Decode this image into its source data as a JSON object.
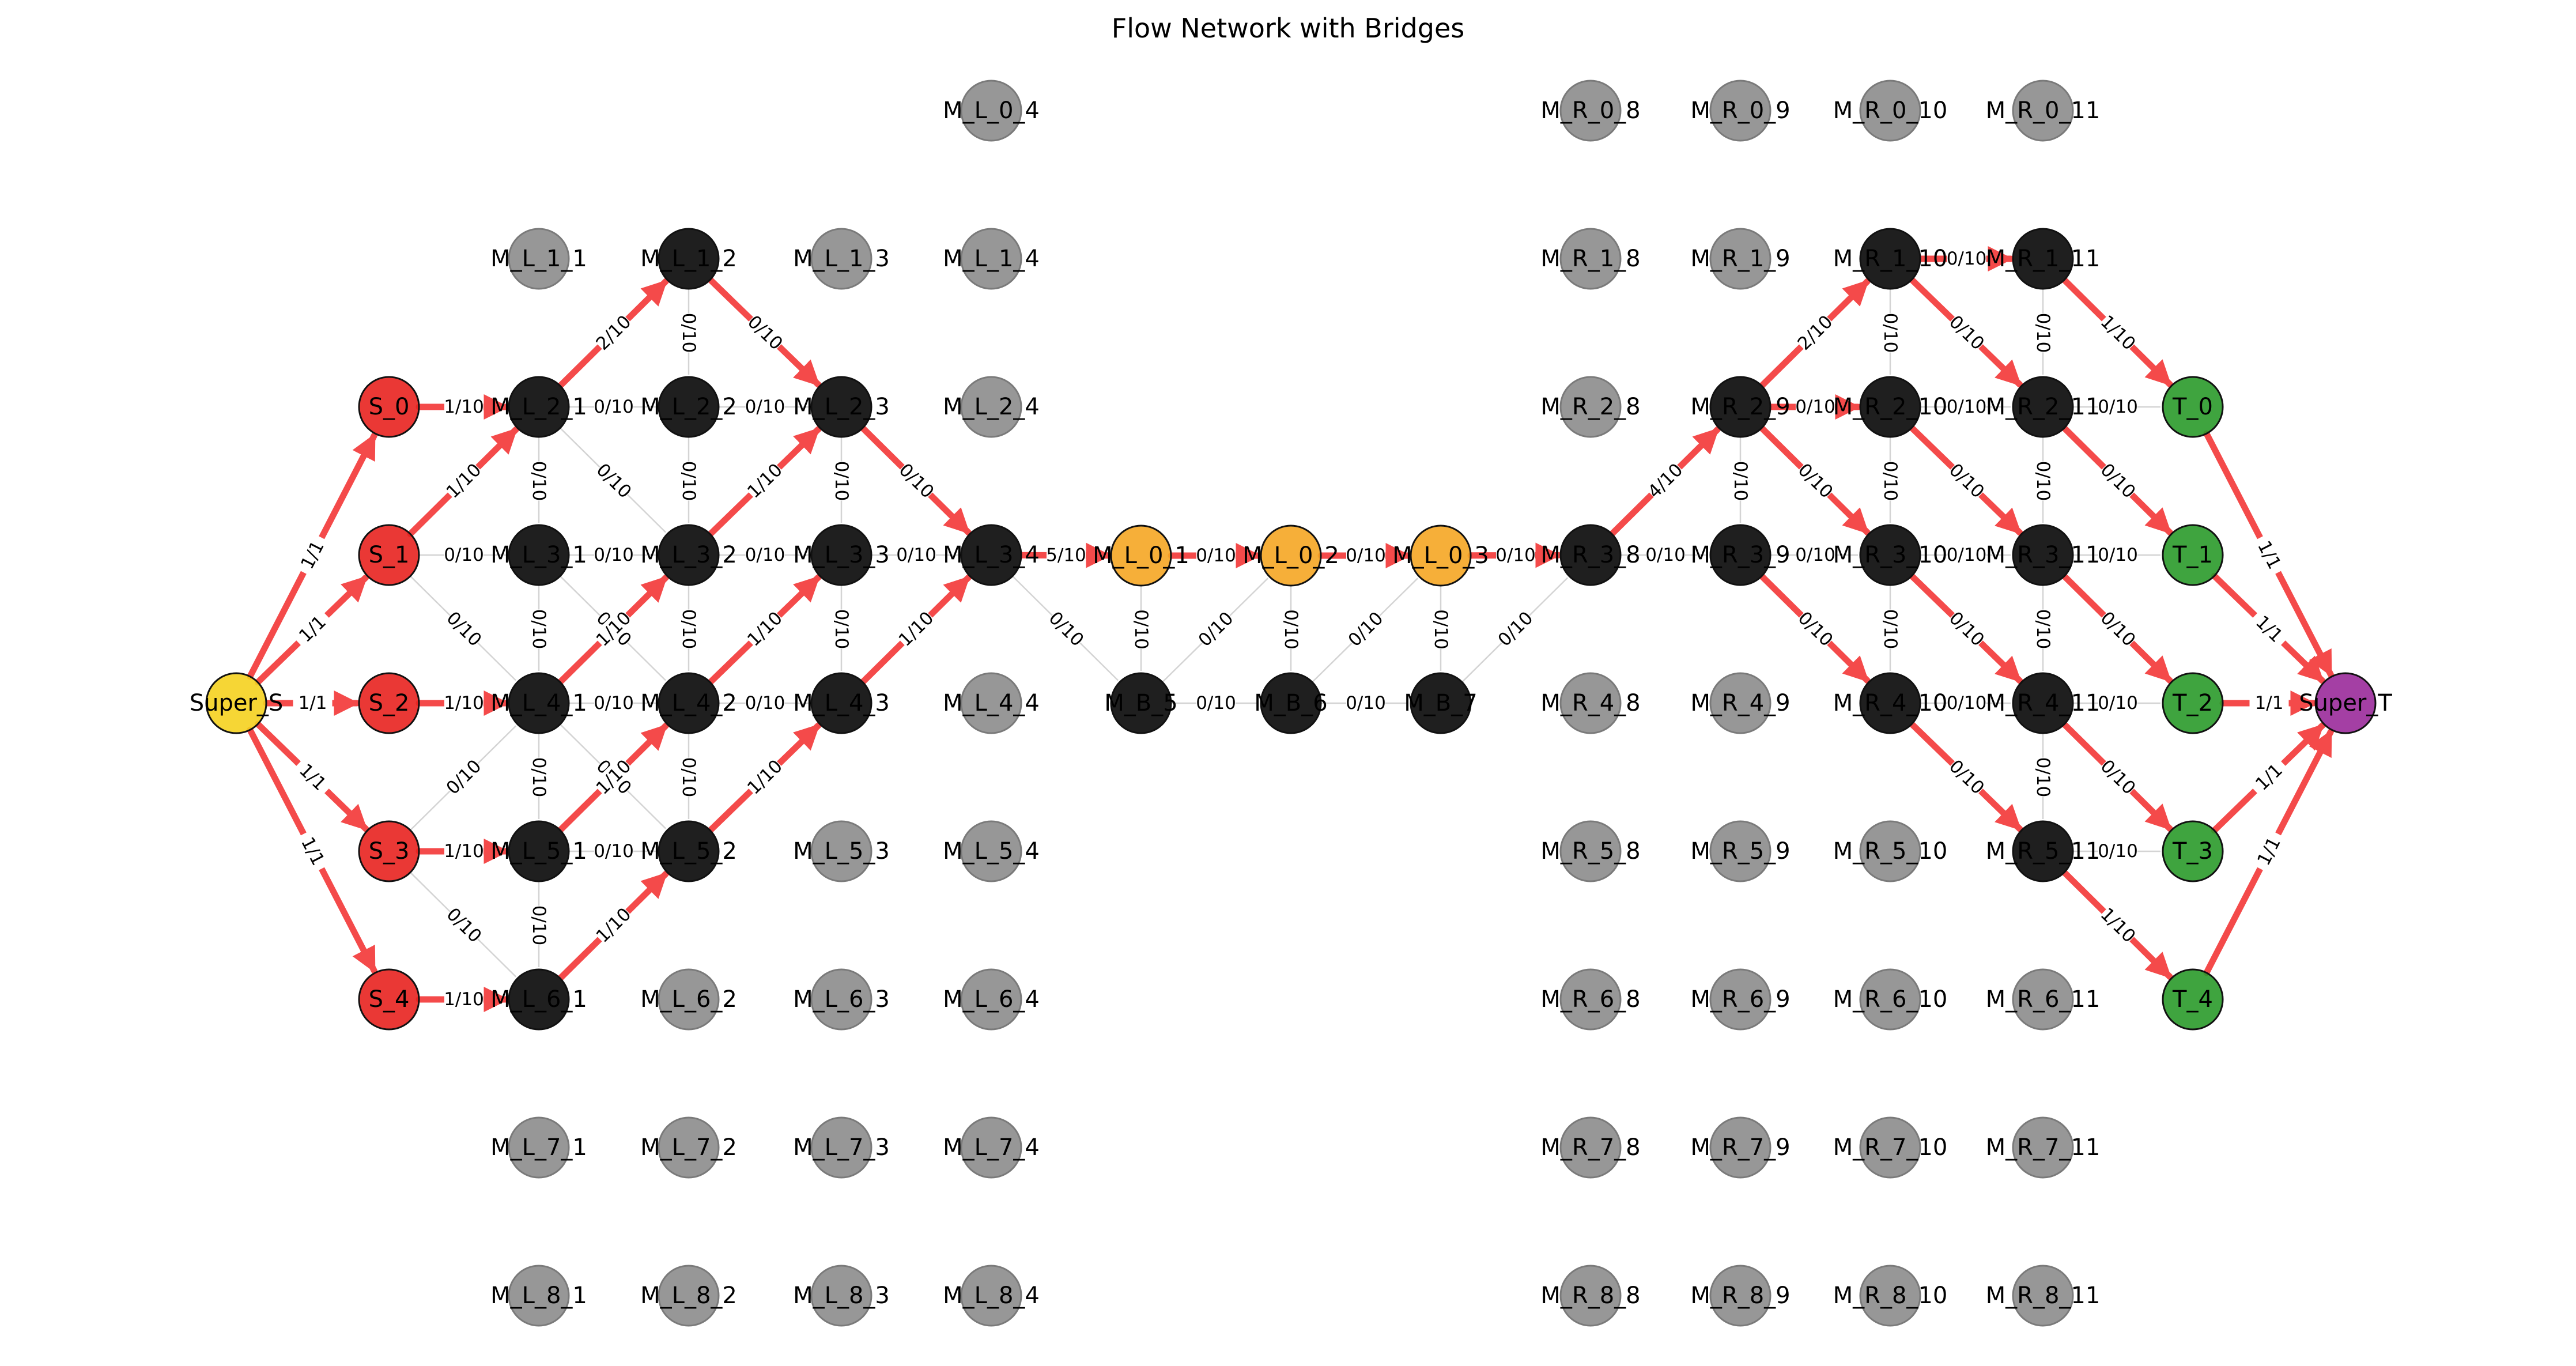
{
  "title": "Flow Network with Bridges",
  "colors": {
    "source": "#e8221f",
    "sink": "#2a9a2a",
    "super_source": "#f5d21f",
    "super_sink": "#9a2a9a",
    "bridge": "#f5a623",
    "active": "#1f1f1f",
    "inactive": "#8c8c8c",
    "flow_edge": "#f44a4a",
    "grid_edge": "#d4d4d4"
  },
  "nodes": [
    {
      "id": "Super_S",
      "label": "Super_S",
      "type": "super_source"
    },
    {
      "id": "Super_T",
      "label": "Super_T",
      "type": "super_sink"
    },
    {
      "id": "S_0",
      "label": "S_0",
      "type": "source"
    },
    {
      "id": "S_1",
      "label": "S_1",
      "type": "source"
    },
    {
      "id": "S_2",
      "label": "S_2",
      "type": "source"
    },
    {
      "id": "S_3",
      "label": "S_3",
      "type": "source"
    },
    {
      "id": "S_4",
      "label": "S_4",
      "type": "source"
    },
    {
      "id": "T_0",
      "label": "T_0",
      "type": "sink"
    },
    {
      "id": "T_1",
      "label": "T_1",
      "type": "sink"
    },
    {
      "id": "T_2",
      "label": "T_2",
      "type": "sink"
    },
    {
      "id": "T_3",
      "label": "T_3",
      "type": "sink"
    },
    {
      "id": "T_4",
      "label": "T_4",
      "type": "sink"
    },
    {
      "id": "M_L_0_4",
      "label": "M_L_0_4",
      "type": "inactive"
    },
    {
      "id": "M_L_1_1",
      "label": "M_L_1_1",
      "type": "inactive"
    },
    {
      "id": "M_L_1_2",
      "label": "M_L_1_2",
      "type": "active"
    },
    {
      "id": "M_L_1_3",
      "label": "M_L_1_3",
      "type": "inactive"
    },
    {
      "id": "M_L_1_4",
      "label": "M_L_1_4",
      "type": "inactive"
    },
    {
      "id": "M_L_2_1",
      "label": "M_L_2_1",
      "type": "active"
    },
    {
      "id": "M_L_2_2",
      "label": "M_L_2_2",
      "type": "active"
    },
    {
      "id": "M_L_2_3",
      "label": "M_L_2_3",
      "type": "active"
    },
    {
      "id": "M_L_2_4",
      "label": "M_L_2_4",
      "type": "inactive"
    },
    {
      "id": "M_L_3_1",
      "label": "M_L_3_1",
      "type": "active"
    },
    {
      "id": "M_L_3_2",
      "label": "M_L_3_2",
      "type": "active"
    },
    {
      "id": "M_L_3_3",
      "label": "M_L_3_3",
      "type": "active"
    },
    {
      "id": "M_L_3_4",
      "label": "M_L_3_4",
      "type": "active"
    },
    {
      "id": "M_L_4_1",
      "label": "M_L_4_1",
      "type": "active"
    },
    {
      "id": "M_L_4_2",
      "label": "M_L_4_2",
      "type": "active"
    },
    {
      "id": "M_L_4_3",
      "label": "M_L_4_3",
      "type": "active"
    },
    {
      "id": "M_L_4_4",
      "label": "M_L_4_4",
      "type": "inactive"
    },
    {
      "id": "M_L_5_1",
      "label": "M_L_5_1",
      "type": "active"
    },
    {
      "id": "M_L_5_2",
      "label": "M_L_5_2",
      "type": "active"
    },
    {
      "id": "M_L_5_3",
      "label": "M_L_5_3",
      "type": "inactive"
    },
    {
      "id": "M_L_5_4",
      "label": "M_L_5_4",
      "type": "inactive"
    },
    {
      "id": "M_L_6_1",
      "label": "M_L_6_1",
      "type": "active"
    },
    {
      "id": "M_L_6_2",
      "label": "M_L_6_2",
      "type": "inactive"
    },
    {
      "id": "M_L_6_3",
      "label": "M_L_6_3",
      "type": "inactive"
    },
    {
      "id": "M_L_6_4",
      "label": "M_L_6_4",
      "type": "inactive"
    },
    {
      "id": "M_L_7_1",
      "label": "M_L_7_1",
      "type": "inactive"
    },
    {
      "id": "M_L_7_2",
      "label": "M_L_7_2",
      "type": "inactive"
    },
    {
      "id": "M_L_7_3",
      "label": "M_L_7_3",
      "type": "inactive"
    },
    {
      "id": "M_L_7_4",
      "label": "M_L_7_4",
      "type": "inactive"
    },
    {
      "id": "M_L_8_1",
      "label": "M_L_8_1",
      "type": "inactive"
    },
    {
      "id": "M_L_8_2",
      "label": "M_L_8_2",
      "type": "inactive"
    },
    {
      "id": "M_L_8_3",
      "label": "M_L_8_3",
      "type": "inactive"
    },
    {
      "id": "M_L_8_4",
      "label": "M_L_8_4",
      "type": "inactive"
    },
    {
      "id": "M_L_0_1",
      "label": "M_L_0_1",
      "type": "bridge"
    },
    {
      "id": "M_L_0_2",
      "label": "M_L_0_2",
      "type": "bridge"
    },
    {
      "id": "M_L_0_3",
      "label": "M_L_0_3",
      "type": "bridge"
    },
    {
      "id": "M_B_5",
      "label": "M_B_5",
      "type": "active"
    },
    {
      "id": "M_B_6",
      "label": "M_B_6",
      "type": "active"
    },
    {
      "id": "M_B_7",
      "label": "M_B_7",
      "type": "active"
    },
    {
      "id": "M_R_0_8",
      "label": "M_R_0_8",
      "type": "inactive"
    },
    {
      "id": "M_R_0_9",
      "label": "M_R_0_9",
      "type": "inactive"
    },
    {
      "id": "M_R_0_10",
      "label": "M_R_0_10",
      "type": "inactive"
    },
    {
      "id": "M_R_0_11",
      "label": "M_R_0_11",
      "type": "inactive"
    },
    {
      "id": "M_R_1_8",
      "label": "M_R_1_8",
      "type": "inactive"
    },
    {
      "id": "M_R_1_9",
      "label": "M_R_1_9",
      "type": "inactive"
    },
    {
      "id": "M_R_1_10",
      "label": "M_R_1_10",
      "type": "active"
    },
    {
      "id": "M_R_1_11",
      "label": "M_R_1_11",
      "type": "active"
    },
    {
      "id": "M_R_2_8",
      "label": "M_R_2_8",
      "type": "inactive"
    },
    {
      "id": "M_R_2_9",
      "label": "M_R_2_9",
      "type": "active"
    },
    {
      "id": "M_R_2_10",
      "label": "M_R_2_10",
      "type": "active"
    },
    {
      "id": "M_R_2_11",
      "label": "M_R_2_11",
      "type": "active"
    },
    {
      "id": "M_R_3_8",
      "label": "M_R_3_8",
      "type": "active"
    },
    {
      "id": "M_R_3_9",
      "label": "M_R_3_9",
      "type": "active"
    },
    {
      "id": "M_R_3_10",
      "label": "M_R_3_10",
      "type": "active"
    },
    {
      "id": "M_R_3_11",
      "label": "M_R_3_11",
      "type": "active"
    },
    {
      "id": "M_R_4_8",
      "label": "M_R_4_8",
      "type": "inactive"
    },
    {
      "id": "M_R_4_9",
      "label": "M_R_4_9",
      "type": "inactive"
    },
    {
      "id": "M_R_4_10",
      "label": "M_R_4_10",
      "type": "active"
    },
    {
      "id": "M_R_4_11",
      "label": "M_R_4_11",
      "type": "active"
    },
    {
      "id": "M_R_5_8",
      "label": "M_R_5_8",
      "type": "inactive"
    },
    {
      "id": "M_R_5_9",
      "label": "M_R_5_9",
      "type": "inactive"
    },
    {
      "id": "M_R_5_10",
      "label": "M_R_5_10",
      "type": "inactive"
    },
    {
      "id": "M_R_5_11",
      "label": "M_R_5_11",
      "type": "active"
    },
    {
      "id": "M_R_6_8",
      "label": "M_R_6_8",
      "type": "inactive"
    },
    {
      "id": "M_R_6_9",
      "label": "M_R_6_9",
      "type": "inactive"
    },
    {
      "id": "M_R_6_10",
      "label": "M_R_6_10",
      "type": "inactive"
    },
    {
      "id": "M_R_6_11",
      "label": "M_R_6_11",
      "type": "inactive"
    },
    {
      "id": "M_R_7_8",
      "label": "M_R_7_8",
      "type": "inactive"
    },
    {
      "id": "M_R_7_9",
      "label": "M_R_7_9",
      "type": "inactive"
    },
    {
      "id": "M_R_7_10",
      "label": "M_R_7_10",
      "type": "inactive"
    },
    {
      "id": "M_R_7_11",
      "label": "M_R_7_11",
      "type": "inactive"
    },
    {
      "id": "M_R_8_8",
      "label": "M_R_8_8",
      "type": "inactive"
    },
    {
      "id": "M_R_8_9",
      "label": "M_R_8_9",
      "type": "inactive"
    },
    {
      "id": "M_R_8_10",
      "label": "M_R_8_10",
      "type": "inactive"
    },
    {
      "id": "M_R_8_11",
      "label": "M_R_8_11",
      "type": "inactive"
    }
  ],
  "edges": [
    {
      "from": "Super_S",
      "to": "S_0",
      "label": "1/1",
      "flow": true
    },
    {
      "from": "Super_S",
      "to": "S_1",
      "label": "1/1",
      "flow": true
    },
    {
      "from": "Super_S",
      "to": "S_2",
      "label": "1/1",
      "flow": true
    },
    {
      "from": "Super_S",
      "to": "S_3",
      "label": "1/1",
      "flow": true
    },
    {
      "from": "Super_S",
      "to": "S_4",
      "label": "1/1",
      "flow": true
    },
    {
      "from": "S_0",
      "to": "M_L_2_1",
      "label": "1/10",
      "flow": true
    },
    {
      "from": "S_1",
      "to": "M_L_2_1",
      "label": "1/10",
      "flow": true
    },
    {
      "from": "S_1",
      "to": "M_L_3_1",
      "label": "0/10",
      "flow": false
    },
    {
      "from": "S_1",
      "to": "M_L_4_1",
      "label": "0/10",
      "flow": false
    },
    {
      "from": "S_2",
      "to": "M_L_4_1",
      "label": "1/10",
      "flow": true
    },
    {
      "from": "S_3",
      "to": "M_L_5_1",
      "label": "1/10",
      "flow": true
    },
    {
      "from": "S_3",
      "to": "M_L_4_1",
      "label": "0/10",
      "flow": false
    },
    {
      "from": "S_3",
      "to": "M_L_6_1",
      "label": "0/10",
      "flow": false
    },
    {
      "from": "S_4",
      "to": "M_L_6_1",
      "label": "1/10",
      "flow": true
    },
    {
      "from": "M_L_2_1",
      "to": "M_L_1_2",
      "label": "2/10",
      "flow": true
    },
    {
      "from": "M_L_2_1",
      "to": "M_L_2_2",
      "label": "0/10",
      "flow": false
    },
    {
      "from": "M_L_2_1",
      "to": "M_L_3_1",
      "label": "0/10",
      "flow": false
    },
    {
      "from": "M_L_2_1",
      "to": "M_L_3_2",
      "label": "0/10",
      "flow": false
    },
    {
      "from": "M_L_1_2",
      "to": "M_L_2_2",
      "label": "0/10",
      "flow": false
    },
    {
      "from": "M_L_1_2",
      "to": "M_L_2_3",
      "label": "0/10",
      "flow": true
    },
    {
      "from": "M_L_2_2",
      "to": "M_L_2_3",
      "label": "0/10",
      "flow": false
    },
    {
      "from": "M_L_2_2",
      "to": "M_L_3_2",
      "label": "0/10",
      "flow": false
    },
    {
      "from": "M_L_3_2",
      "to": "M_L_2_3",
      "label": "1/10",
      "flow": true
    },
    {
      "from": "M_L_2_3",
      "to": "M_L_3_3",
      "label": "0/10",
      "flow": false
    },
    {
      "from": "M_L_2_3",
      "to": "M_L_3_4",
      "label": "0/10",
      "flow": true
    },
    {
      "from": "M_L_3_1",
      "to": "M_L_3_2",
      "label": "0/10",
      "flow": false
    },
    {
      "from": "M_L_3_1",
      "to": "M_L_4_1",
      "label": "0/10",
      "flow": false
    },
    {
      "from": "M_L_3_1",
      "to": "M_L_4_2",
      "label": "0/10",
      "flow": false
    },
    {
      "from": "M_L_4_1",
      "to": "M_L_3_2",
      "label": "1/10",
      "flow": true
    },
    {
      "from": "M_L_3_2",
      "to": "M_L_3_3",
      "label": "0/10",
      "flow": false
    },
    {
      "from": "M_L_3_2",
      "to": "M_L_4_2",
      "label": "0/10",
      "flow": false
    },
    {
      "from": "M_L_3_3",
      "to": "M_L_3_4",
      "label": "0/10",
      "flow": false
    },
    {
      "from": "M_L_3_3",
      "to": "M_L_4_3",
      "label": "0/10",
      "flow": false
    },
    {
      "from": "M_L_4_2",
      "to": "M_L_3_3",
      "label": "1/10",
      "flow": true
    },
    {
      "from": "M_L_4_3",
      "to": "M_L_3_4",
      "label": "1/10",
      "flow": true
    },
    {
      "from": "M_L_4_1",
      "to": "M_L_4_2",
      "label": "0/10",
      "flow": false
    },
    {
      "from": "M_L_4_1",
      "to": "M_L_5_1",
      "label": "0/10",
      "flow": false
    },
    {
      "from": "M_L_4_1",
      "to": "M_L_5_2",
      "label": "0/10",
      "flow": false
    },
    {
      "from": "M_L_5_1",
      "to": "M_L_4_2",
      "label": "1/10",
      "flow": true
    },
    {
      "from": "M_L_4_2",
      "to": "M_L_4_3",
      "label": "0/10",
      "flow": false
    },
    {
      "from": "M_L_4_2",
      "to": "M_L_5_2",
      "label": "0/10",
      "flow": false
    },
    {
      "from": "M_L_5_2",
      "to": "M_L_4_3",
      "label": "1/10",
      "flow": true
    },
    {
      "from": "M_L_5_1",
      "to": "M_L_5_2",
      "label": "0/10",
      "flow": false
    },
    {
      "from": "M_L_5_1",
      "to": "M_L_6_1",
      "label": "0/10",
      "flow": false
    },
    {
      "from": "M_L_6_1",
      "to": "M_L_5_2",
      "label": "1/10",
      "flow": true
    },
    {
      "from": "M_L_3_4",
      "to": "M_L_0_1",
      "label": "5/10",
      "flow": true
    },
    {
      "from": "M_L_0_1",
      "to": "M_L_0_2",
      "label": "0/10",
      "flow": true
    },
    {
      "from": "M_L_0_2",
      "to": "M_L_0_3",
      "label": "0/10",
      "flow": true
    },
    {
      "from": "M_L_0_3",
      "to": "M_R_3_8",
      "label": "0/10",
      "flow": true
    },
    {
      "from": "M_L_3_4",
      "to": "M_B_5",
      "label": "0/10",
      "flow": false
    },
    {
      "from": "M_L_0_1",
      "to": "M_B_5",
      "label": "0/10",
      "flow": false
    },
    {
      "from": "M_B_5",
      "to": "M_L_0_2",
      "label": "0/10",
      "flow": false
    },
    {
      "from": "M_B_5",
      "to": "M_B_6",
      "label": "0/10",
      "flow": false
    },
    {
      "from": "M_L_0_2",
      "to": "M_B_6",
      "label": "0/10",
      "flow": false
    },
    {
      "from": "M_B_6",
      "to": "M_L_0_3",
      "label": "0/10",
      "flow": false
    },
    {
      "from": "M_B_6",
      "to": "M_B_7",
      "label": "0/10",
      "flow": false
    },
    {
      "from": "M_L_0_3",
      "to": "M_B_7",
      "label": "0/10",
      "flow": false
    },
    {
      "from": "M_B_7",
      "to": "M_R_3_8",
      "label": "0/10",
      "flow": false
    },
    {
      "from": "M_R_3_8",
      "to": "M_R_2_9",
      "label": "4/10",
      "flow": true
    },
    {
      "from": "M_R_3_8",
      "to": "M_R_3_9",
      "label": "0/10",
      "flow": false
    },
    {
      "from": "M_R_2_9",
      "to": "M_R_1_10",
      "label": "2/10",
      "flow": true
    },
    {
      "from": "M_R_2_9",
      "to": "M_R_2_10",
      "label": "0/10",
      "flow": true
    },
    {
      "from": "M_R_2_9",
      "to": "M_R_3_9",
      "label": "0/10",
      "flow": false
    },
    {
      "from": "M_R_2_9",
      "to": "M_R_3_10",
      "label": "0/10",
      "flow": true
    },
    {
      "from": "M_R_3_9",
      "to": "M_R_3_10",
      "label": "0/10",
      "flow": false
    },
    {
      "from": "M_R_3_9",
      "to": "M_R_4_10",
      "label": "0/10",
      "flow": true
    },
    {
      "from": "M_R_1_10",
      "to": "M_R_1_11",
      "label": "0/10",
      "flow": true
    },
    {
      "from": "M_R_1_10",
      "to": "M_R_2_10",
      "label": "0/10",
      "flow": false
    },
    {
      "from": "M_R_1_10",
      "to": "M_R_2_11",
      "label": "0/10",
      "flow": true
    },
    {
      "from": "M_R_2_10",
      "to": "M_R_2_11",
      "label": "0/10",
      "flow": false
    },
    {
      "from": "M_R_2_10",
      "to": "M_R_3_10",
      "label": "0/10",
      "flow": false
    },
    {
      "from": "M_R_2_10",
      "to": "M_R_3_11",
      "label": "0/10",
      "flow": true
    },
    {
      "from": "M_R_3_10",
      "to": "M_R_3_11",
      "label": "0/10",
      "flow": false
    },
    {
      "from": "M_R_3_10",
      "to": "M_R_4_10",
      "label": "0/10",
      "flow": false
    },
    {
      "from": "M_R_3_10",
      "to": "M_R_4_11",
      "label": "0/10",
      "flow": true
    },
    {
      "from": "M_R_4_10",
      "to": "M_R_4_11",
      "label": "0/10",
      "flow": false
    },
    {
      "from": "M_R_4_10",
      "to": "M_R_5_11",
      "label": "0/10",
      "flow": true
    },
    {
      "from": "M_R_1_11",
      "to": "M_R_2_11",
      "label": "0/10",
      "flow": false
    },
    {
      "from": "M_R_2_11",
      "to": "M_R_3_11",
      "label": "0/10",
      "flow": false
    },
    {
      "from": "M_R_3_11",
      "to": "M_R_4_11",
      "label": "0/10",
      "flow": false
    },
    {
      "from": "M_R_4_11",
      "to": "M_R_5_11",
      "label": "0/10",
      "flow": false
    },
    {
      "from": "M_R_1_11",
      "to": "T_0",
      "label": "1/10",
      "flow": true
    },
    {
      "from": "M_R_2_11",
      "to": "T_0",
      "label": "0/10",
      "flow": false
    },
    {
      "from": "M_R_2_11",
      "to": "T_1",
      "label": "0/10",
      "flow": true
    },
    {
      "from": "M_R_3_11",
      "to": "T_1",
      "label": "0/10",
      "flow": false
    },
    {
      "from": "M_R_3_11",
      "to": "T_2",
      "label": "0/10",
      "flow": true
    },
    {
      "from": "M_R_4_11",
      "to": "T_2",
      "label": "0/10",
      "flow": false
    },
    {
      "from": "M_R_4_11",
      "to": "T_3",
      "label": "0/10",
      "flow": true
    },
    {
      "from": "M_R_5_11",
      "to": "T_3",
      "label": "0/10",
      "flow": false
    },
    {
      "from": "M_R_5_11",
      "to": "T_4",
      "label": "1/10",
      "flow": true
    },
    {
      "from": "T_0",
      "to": "Super_T",
      "label": "1/1",
      "flow": true
    },
    {
      "from": "T_1",
      "to": "Super_T",
      "label": "1/1",
      "flow": true
    },
    {
      "from": "T_2",
      "to": "Super_T",
      "label": "1/1",
      "flow": true
    },
    {
      "from": "T_3",
      "to": "Super_T",
      "label": "1/1",
      "flow": true
    },
    {
      "from": "T_4",
      "to": "Super_T",
      "label": "1/1",
      "flow": true
    }
  ]
}
